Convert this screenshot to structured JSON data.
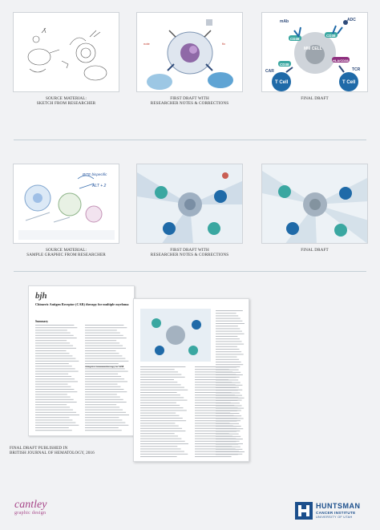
{
  "row1": {
    "captions": [
      "SOURCE MATERIAL:\nSKETCH FROM RESEARCHER",
      "FIRST DRAFT WITH\nRESEARCHER NOTES & CORRECTIONS",
      "FINAL DRAFT"
    ],
    "final_labels": {
      "mab": "mAb",
      "adc": "ADC",
      "cd38_a": "CD38",
      "cd38_b": "CD38",
      "cd38_c": "CD38",
      "mm_cell": "MM CELL",
      "car": "CAR",
      "hla": "HLA/CD38",
      "tcr": "TCR",
      "t_cell_left": "T Cell",
      "t_cell_right": "T Cell"
    }
  },
  "row2": {
    "captions": [
      "SOURCE MATERIAL:\nSAMPLE GRAPHIC FROM RESEARCHER",
      "FIRST DRAFT WITH\nRESEARCHER NOTES & CORRECTIONS",
      "FINAL DRAFT"
    ],
    "sketch_notes": [
      "BITE bispecific",
      "ALT + 2"
    ]
  },
  "row3": {
    "caption": "FINAL DRAFT PUBLISHED IN\nBRITISH JOURNAL OF HEMATOLOGY, 2016",
    "journal_abbr": "bjh",
    "paper_title": "Chimeric Antigen Receptor (CAR) therapy for multiple myeloma",
    "section": "Summary",
    "section2": "Adoptive immunotherapy in MM"
  },
  "footer": {
    "brand": "cantley",
    "brand_sub": "graphic design",
    "inst_name": "HUNTSMAN",
    "inst_sub": "CANCER INSTITUTE",
    "inst_sub2": "UNIVERSITY OF UTAH"
  },
  "colors": {
    "blue": "#1f6aa8",
    "teal": "#3aa7a1",
    "purple": "#8e2f7e",
    "navy": "#2f4b7a",
    "huntsman": "#1c4f8c",
    "brand": "#a64588"
  }
}
